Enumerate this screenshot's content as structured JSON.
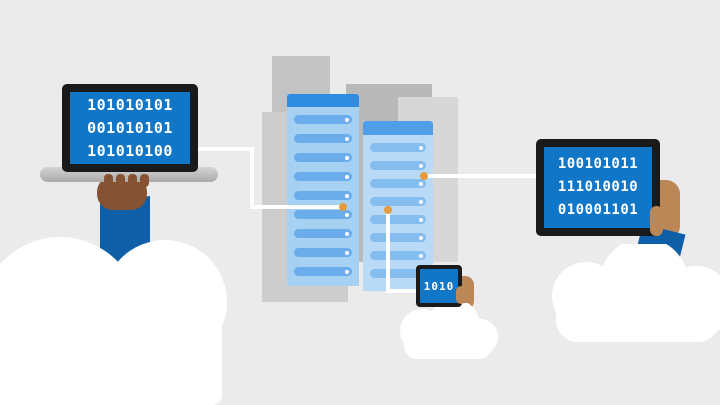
{
  "illustration": {
    "laptop": {
      "screen_lines": [
        "101010101",
        "001010101",
        "101010100"
      ]
    },
    "tablet": {
      "screen_lines": [
        "100101011",
        "111010010",
        "010001101"
      ]
    },
    "phone": {
      "screen_lines": [
        "1010"
      ]
    },
    "colors": {
      "background": "#ebebeb",
      "screen_blue": "#0f76c8",
      "bezel_black": "#1a1a1a",
      "sleeve_blue": "#0e5fa8",
      "server_left_body": "#a6d1f3",
      "server_left_cap": "#2f8ce0",
      "server_left_bar": "#6badea",
      "server_right_body": "#b9daf6",
      "server_right_cap": "#4f9fe8",
      "server_right_bar": "#85bdef",
      "connector_line": "#ffffff",
      "connector_dot": "#e79b3f",
      "cloud_white": "#ffffff",
      "skin_dark": "#855233",
      "skin_light": "#bc8756",
      "laptop_tray_gray": "#c4c4c4",
      "building_grays": [
        "#c3c3c3",
        "#cdcdcd",
        "#b9b9b9",
        "#d7d7d7"
      ]
    }
  }
}
